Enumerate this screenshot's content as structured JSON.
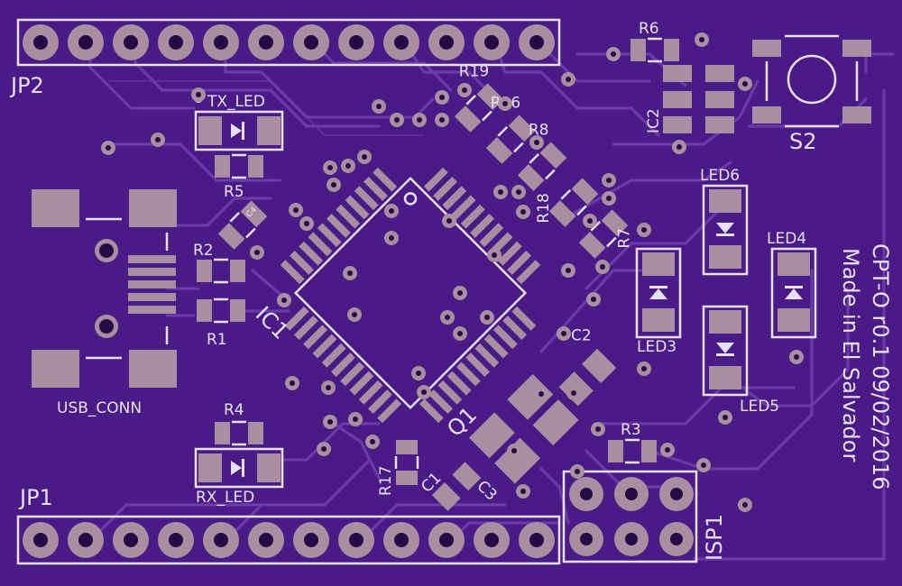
{
  "board": {
    "background": "#4a1a86",
    "silkscreen_color": "#e6e1f0",
    "pad_color": "#a88ea0"
  },
  "headers": {
    "jp2": "JP2",
    "jp1": "JP1",
    "isp": "ISP1"
  },
  "components": {
    "tx_led": "TX_LED",
    "rx_led": "RX_LED",
    "usb": "USB_CONN",
    "r1": "R1",
    "r2": "R2",
    "r3": "R3",
    "r4": "R4",
    "r5": "R5",
    "r6": "R6",
    "r7": "R7",
    "r8": "R8",
    "r16": "R16",
    "r17": "R17",
    "r18": "R18",
    "r19": "R19",
    "c1": "C1",
    "c2": "C2",
    "c3": "C3",
    "c4": "C4",
    "ic1": "IC1",
    "ic2": "IC2",
    "q1": "Q1",
    "s2": "S2",
    "led3": "LED3",
    "led4": "LED4",
    "led5": "LED5",
    "led6": "LED6"
  },
  "board_text": {
    "line1": "CPT-O r0.1 09/02/2016",
    "line2": "Made in El Salvador"
  }
}
